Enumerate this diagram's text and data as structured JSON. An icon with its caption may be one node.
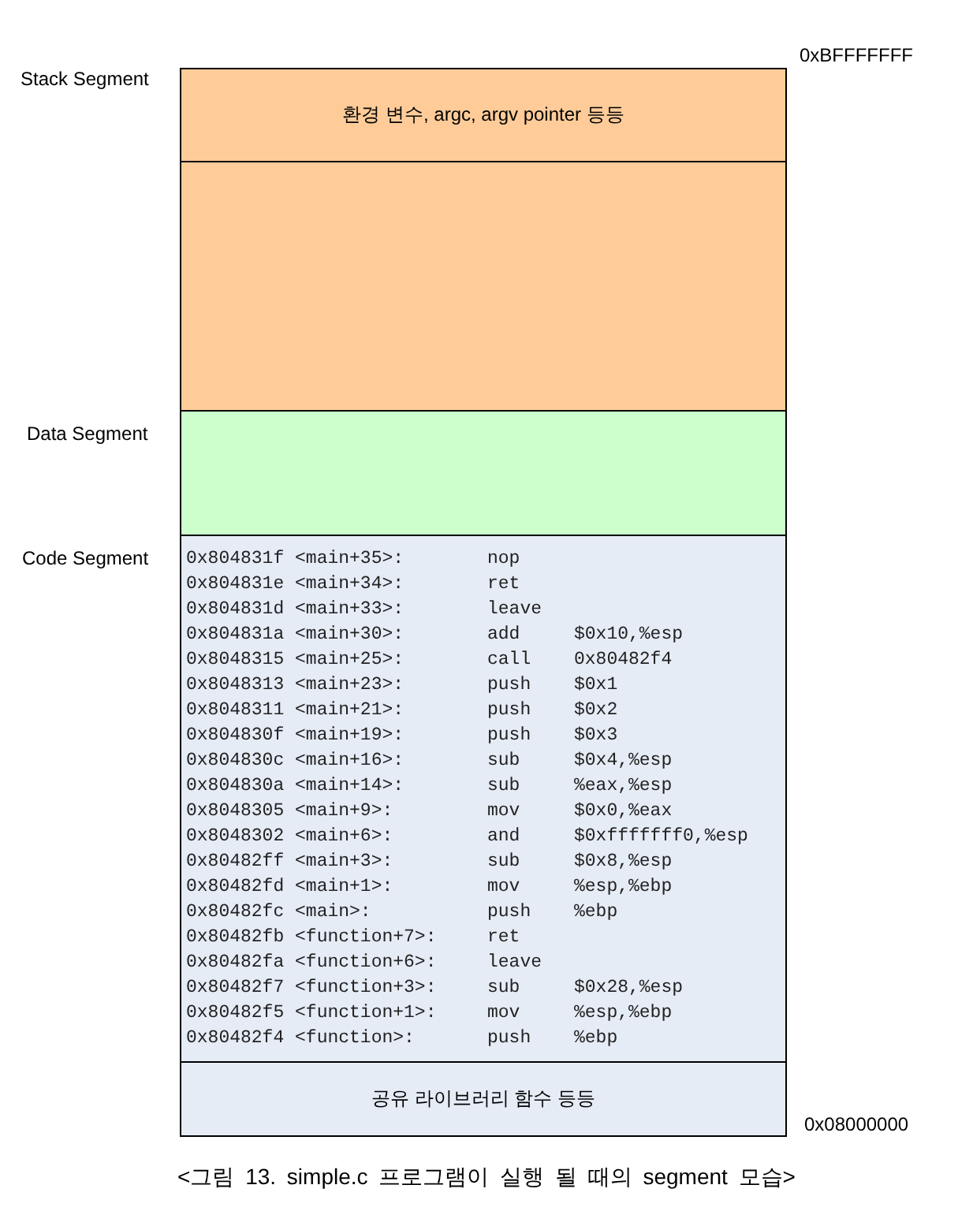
{
  "diagram": {
    "caption": "<그림 13. simple.c 프로그램이 실행 될 때의 segment 모습>",
    "nodes": [
      {
        "text": [
          "환경 변수, argc, argv pointer 등등"
        ],
        "beside": [
          "Stack Segment"
        ]
      },
      {
        "text": [],
        "shape": "box"
      },
      {
        "text": [],
        "shape": "box",
        "beside": [
          "Data Segment"
        ]
      },
      {
        "text": [
          "0x804831f <main+35>: nop",
          "0x804831e <main+34>: ret",
          "0x804831d <main+33>: leave",
          "0x804831a <main+30>: add $0x10,%esp",
          "0x8048315 <main+25>: call 0x80482f4",
          "0x8048313 <main+23>: push $0x1",
          "0x8048311 <main+21>: push $0x2",
          "0x804830f <main+19>: push $0x3",
          "0x804830c <main+16>: sub $0x4,%esp",
          "0x804830a <main+14>: sub %eax,%esp",
          "0x8048305 <main+9>: mov $0x0,%eax",
          "0x8048302 <main+6>: and $0xfffffff0,%esp",
          "0x80482ff <main+3>: sub $0x8,%esp",
          "0x80482fd <main+1>: mov %esp,%ebp",
          "0x80482fc <main>: push %ebp",
          "0x80482fb <function+7>: ret",
          "0x80482fa <function+6>: leave",
          "0x80482f7 <function+3>: sub $0x28,%esp",
          "0x80482f5 <function+1>: mov %esp,%ebp",
          "0x80482f4 <function>: push %ebp"
        ],
        "beside": [
          "Code Segment"
        ]
      },
      {
        "text": [
          "공유 라이브러리 함수 등등"
        ]
      }
    ],
    "labels": [
      "0xBFFFFFFF",
      "0x08000000"
    ]
  }
}
